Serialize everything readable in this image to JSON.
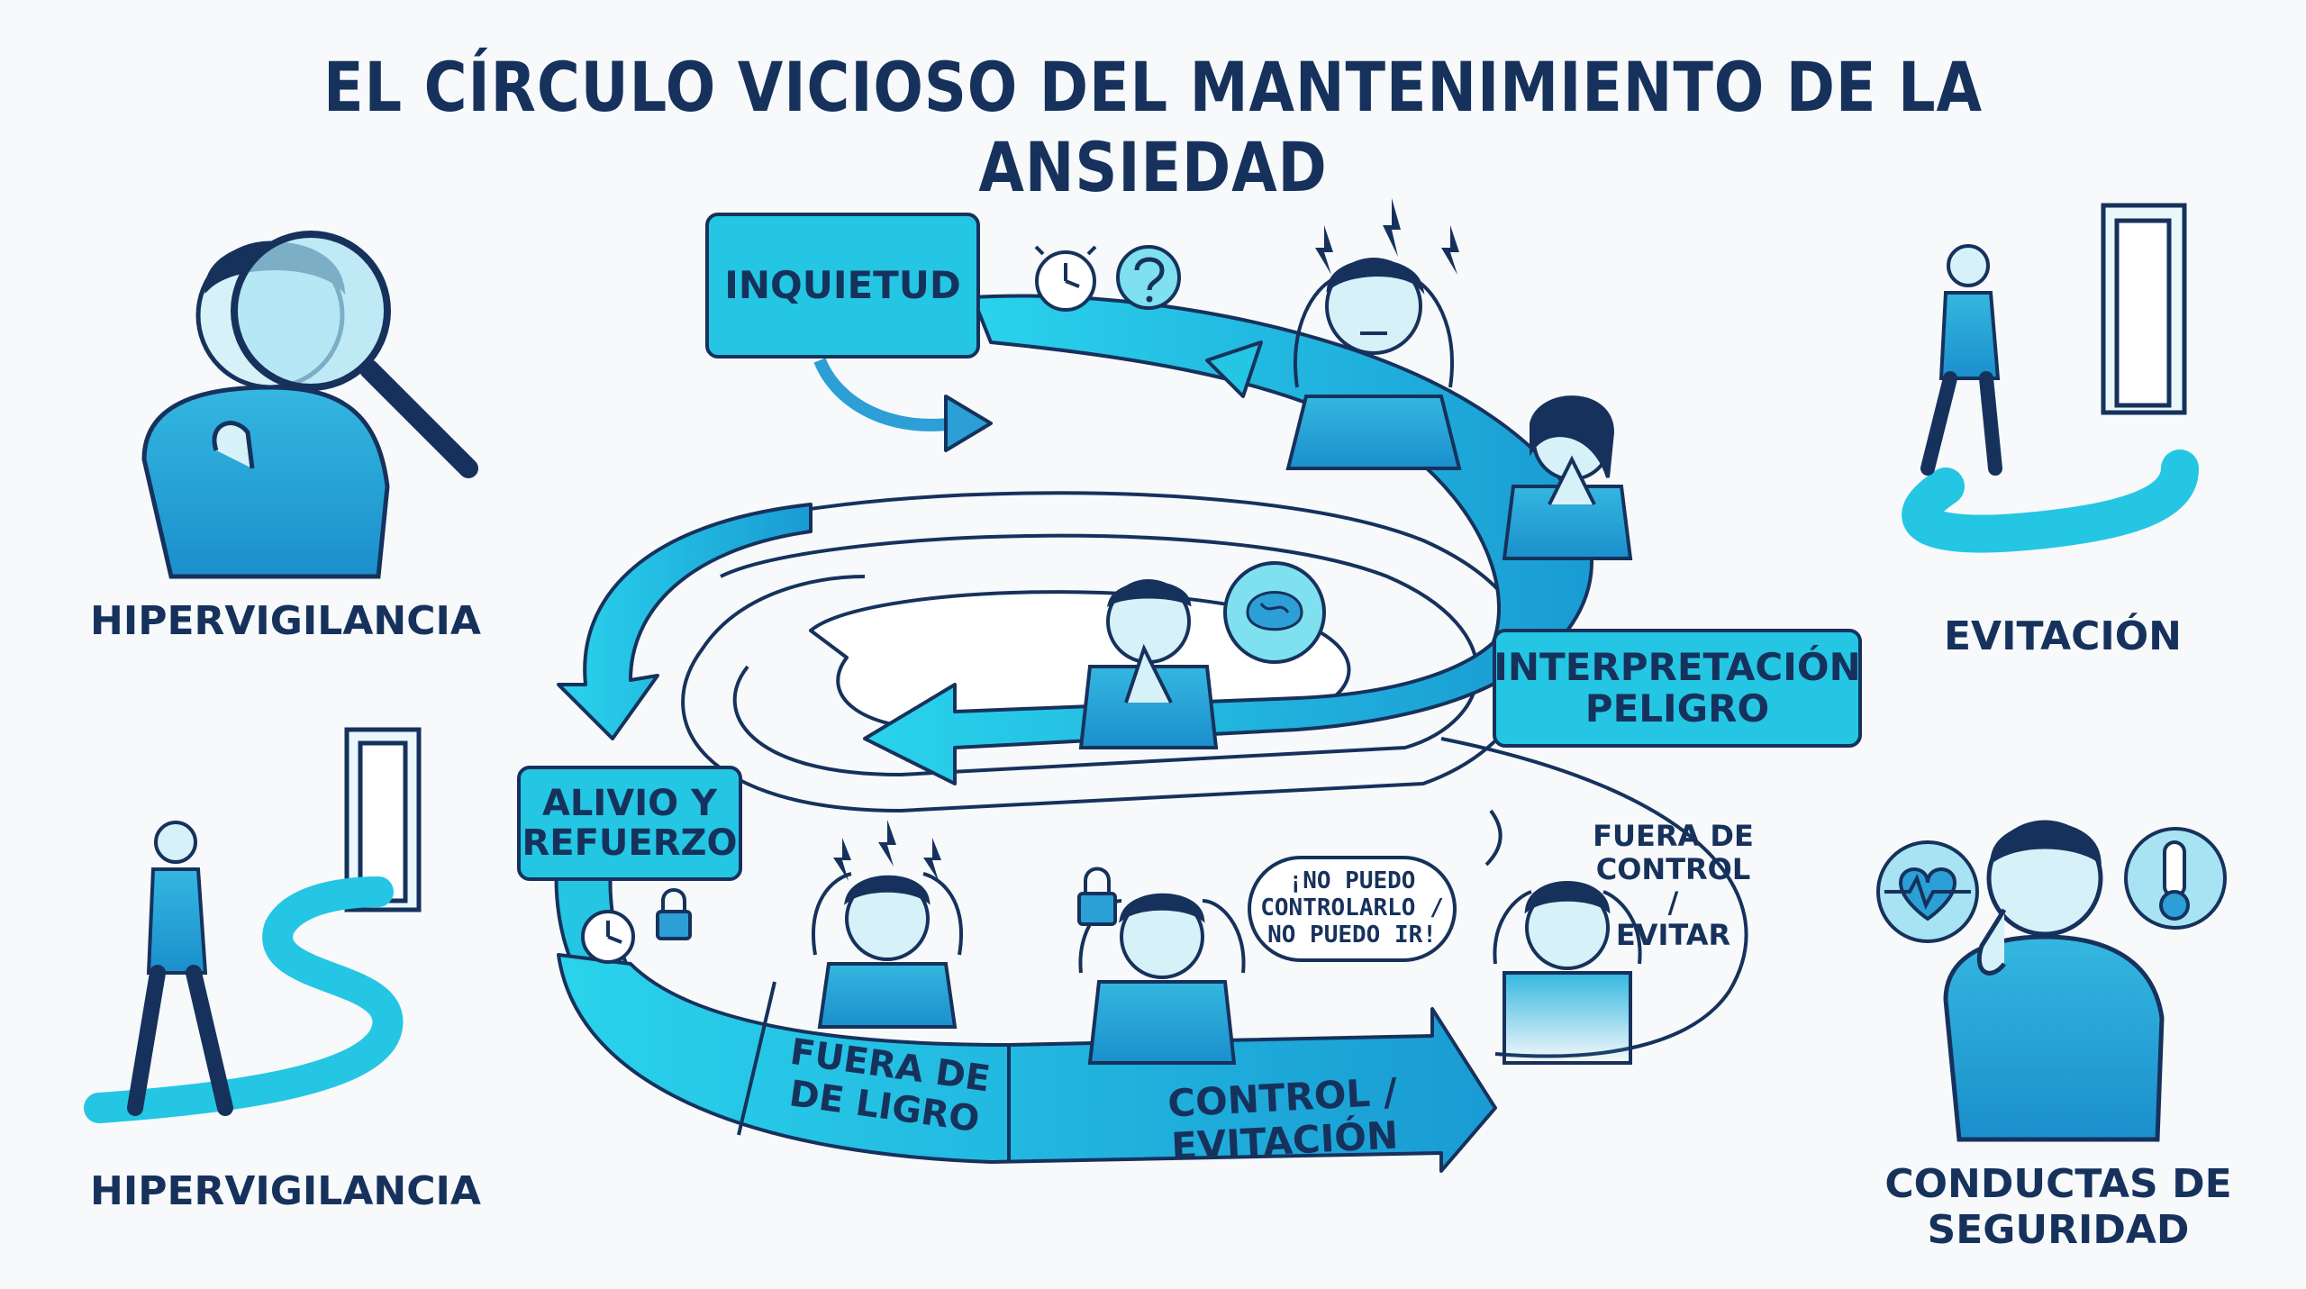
{
  "title": "EL CÍRCULO VICIOSO DEL MANTENIMIENTO DE LA ANSIEDAD",
  "colors": {
    "navy": "#16325c",
    "cyan": "#24c6e3",
    "cyan_light": "#7fe0f0",
    "blue_mid": "#2b9fd6",
    "background": "#f7f9fb"
  },
  "side_labels": {
    "top_left": "HIPERVIGILANCIA",
    "bottom_left": "HIPERVIGILANCIA",
    "top_right": "EVITACIÓN",
    "bottom_right_line1": "CONDUCTAS DE",
    "bottom_right_line2": "SEGURIDAD"
  },
  "cycle_boxes": {
    "inquietud": "INQUIETUD",
    "interpretacion_line1": "INTERPRETACIÓN",
    "interpretacion_line2": "PELIGRO",
    "alivio_line1": "ALIVIO Y",
    "alivio_line2": "REFUERZO"
  },
  "cycle_text": {
    "fuera_control_line1": "FUERA DE",
    "fuera_control_line2": "CONTROL /",
    "fuera_control_line3": "EVITAR",
    "fuera_ligro_line1": "FUERA DE",
    "fuera_ligro_line2": "DE LIGRO",
    "control_evitacion": "CONTROL / EVITACIÓN"
  },
  "speech_bubble": {
    "line1": "¡NO PUEDO",
    "line2": "CONTROLARLO /",
    "line3": "NO PUEDO IR!"
  },
  "icons": [
    "magnifier-icon",
    "alarm-clock-icon",
    "question-bubble-icon",
    "brain-icon",
    "clock-icon",
    "padlock-icon",
    "heart-monitor-icon",
    "thermometer-icon",
    "door-icon",
    "lightning-icon"
  ]
}
